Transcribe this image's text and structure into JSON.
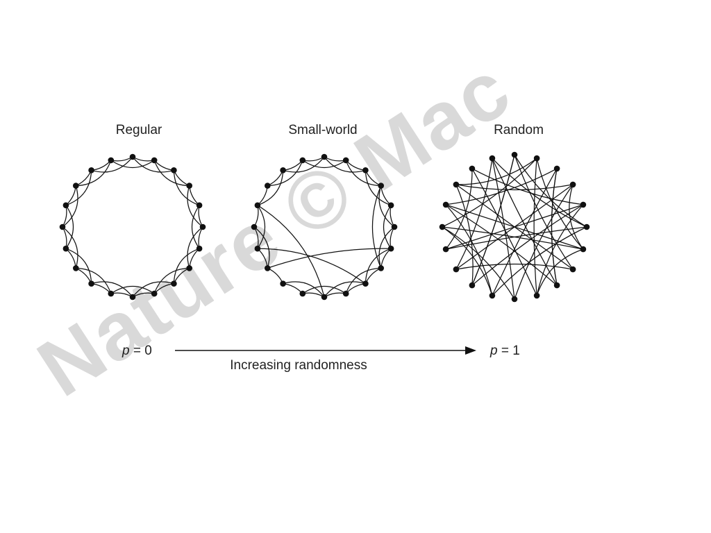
{
  "diagram": {
    "watermark": "Nature © Mac",
    "panels": [
      {
        "key": "regular",
        "title": "Regular"
      },
      {
        "key": "small_world",
        "title": "Small-world"
      },
      {
        "key": "random",
        "title": "Random"
      }
    ],
    "axis": {
      "left_label_var": "p",
      "left_label_rest": " = 0",
      "right_label_var": "p",
      "right_label_rest": " = 1",
      "caption": "Increasing randomness"
    },
    "network": {
      "node_count": 20
    },
    "colors": {
      "ink": "#111111",
      "watermark": "#d9d9d9",
      "background": "#ffffff"
    }
  }
}
